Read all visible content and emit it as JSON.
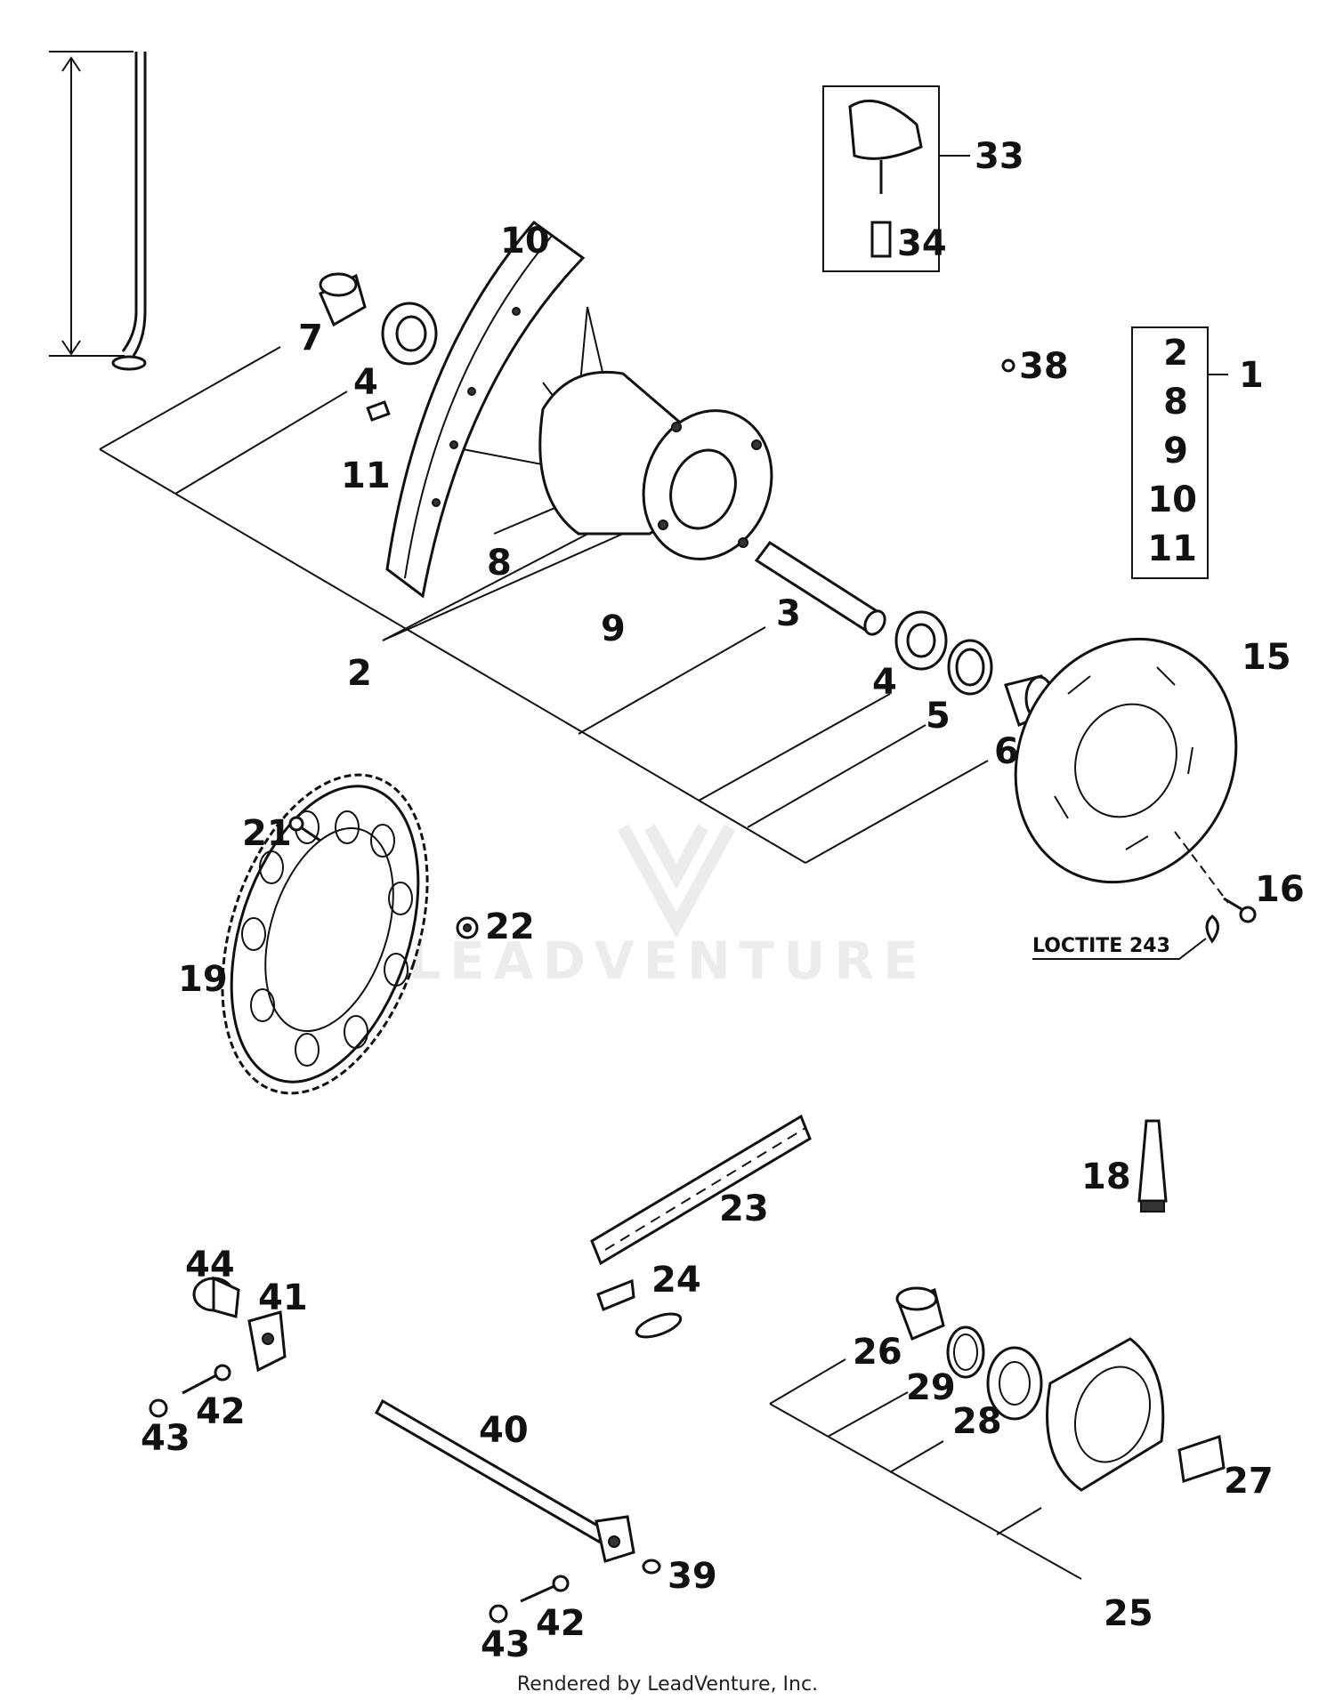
{
  "labels": {
    "p1": "1",
    "p2": "2",
    "p3": "3",
    "p4a": "4",
    "p4b": "4",
    "p5": "5",
    "p6": "6",
    "p7": "7",
    "p8": "8",
    "p9": "9",
    "p10": "10",
    "p11": "11",
    "p15": "15",
    "p16": "16",
    "p18": "18",
    "p19": "19",
    "p21": "21",
    "p22": "22",
    "p23": "23",
    "p24": "24",
    "p25": "25",
    "p26": "26",
    "p27": "27",
    "p28": "28",
    "p29": "29",
    "p33": "33",
    "p34": "34",
    "p38": "38",
    "p39": "39",
    "p40": "40",
    "p41": "41",
    "p42a": "42",
    "p42b": "42",
    "p43a": "43",
    "p43b": "43",
    "p44": "44"
  },
  "kit_box": [
    "2",
    "8",
    "9",
    "10",
    "11"
  ],
  "note": "LOCTITE 243",
  "watermark": "LEADVENTURE",
  "footer": "Rendered by LeadVenture, Inc."
}
